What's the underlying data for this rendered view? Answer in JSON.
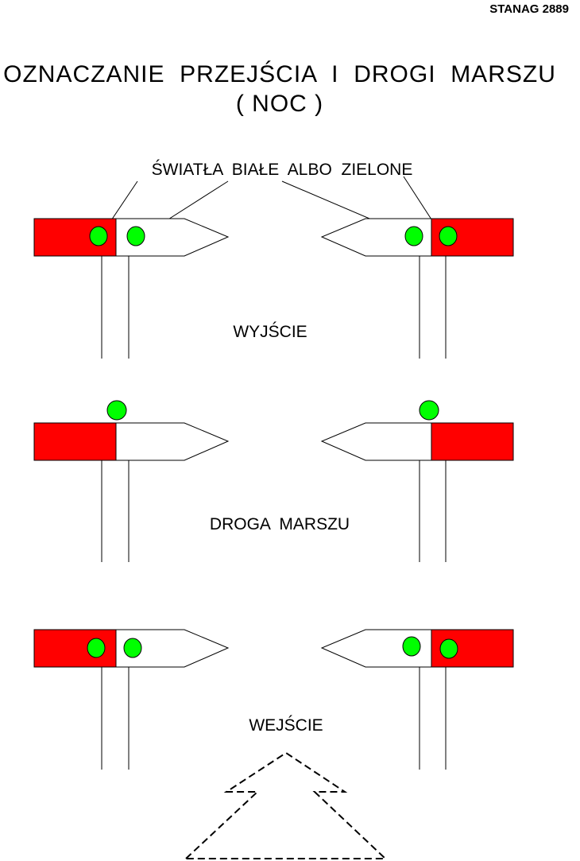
{
  "header": {
    "reference": "STANAG 2889",
    "title": "OZNACZANIE  PRZEJŚCIA  I  DROGI  MARSZU",
    "subtitle": "( NOC )"
  },
  "legend_label": "ŚWIATŁA  BIAŁE  ALBO  ZIELONE",
  "sections": [
    {
      "label": "WYJŚCIE"
    },
    {
      "label": "DROGA  MARSZU"
    },
    {
      "label": "WEJŚCIE"
    }
  ],
  "colors": {
    "sign_red": "#ff0000",
    "light_green": "#00ff00",
    "outline": "#000000"
  }
}
